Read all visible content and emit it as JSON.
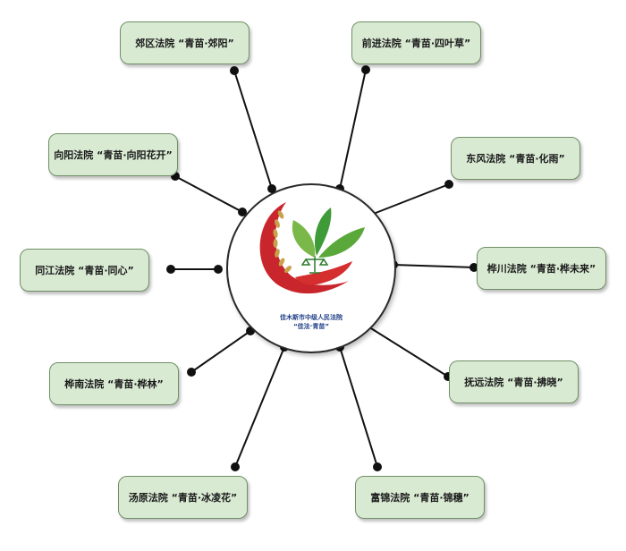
{
  "center": {
    "line1": "佳木斯市中级人民法院",
    "line2": "“佳法·青苗”"
  },
  "nodes": [
    {
      "label": "郊区法院 “青苗·郊阳”"
    },
    {
      "label": "前进法院 “青苗·四叶草”"
    },
    {
      "label": "向阳法院 “青苗·向阳花开”"
    },
    {
      "label": "东风法院 “青苗·化雨”"
    },
    {
      "label": "同江法院 “青苗·同心”"
    },
    {
      "label": "桦川法院 “青苗·桦未来”"
    },
    {
      "label": "桦南法院 “青苗·桦林”"
    },
    {
      "label": "抚远法院 “青苗·拂晓”"
    },
    {
      "label": "汤原法院 “青苗·冰凌花”"
    },
    {
      "label": "富锦法院 “青苗·锦穗”"
    }
  ],
  "colors": {
    "node_fill": "#d9ead3",
    "node_border": "#6f8f66",
    "emblem_red": "#c9252c",
    "leaf_green": "#5aa83a",
    "wheat_gold": "#c8a24a",
    "text_blue": "#1f3f86"
  }
}
